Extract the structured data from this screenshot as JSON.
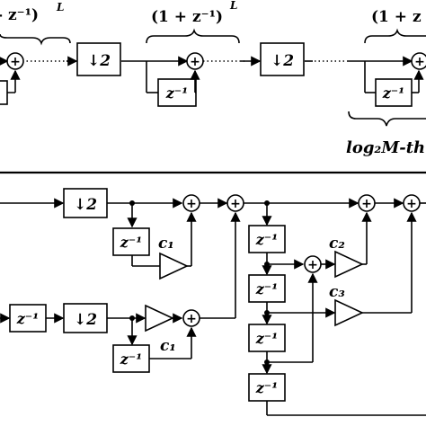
{
  "top": {
    "brace_labels": [
      "- z⁻¹)",
      "(1 + z⁻¹)",
      "(1 + z"
    ],
    "brace_exponent": "L",
    "downsample_label": "↓2",
    "delay_label": "z⁻¹",
    "stage_label": "log₂M-th"
  },
  "bottom": {
    "downsample_label": "↓2",
    "delay_label": "z⁻¹",
    "coefficients": [
      "c₁",
      "c₁",
      "c₂",
      "c₃"
    ],
    "adder_symbol": "+"
  }
}
